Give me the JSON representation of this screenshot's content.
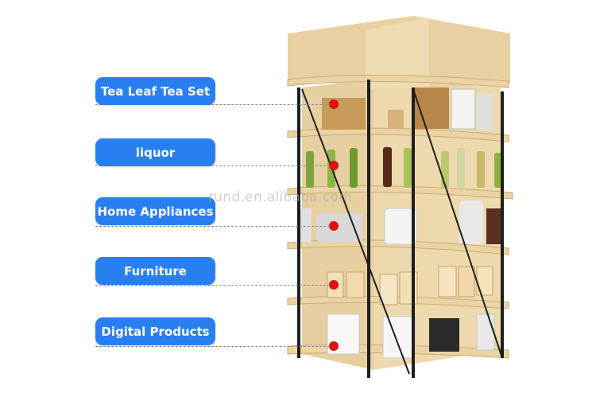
{
  "labels": [
    {
      "id": "tea",
      "text": "Tea Leaf Tea Set"
    },
    {
      "id": "liquor",
      "text": "liquor"
    },
    {
      "id": "appliances",
      "text": "Home Appliances"
    },
    {
      "id": "furniture",
      "text": "Furniture"
    },
    {
      "id": "digital",
      "text": "Digital Products"
    }
  ],
  "watermark": "rund.en.alibaba.com",
  "colors": {
    "label_bg": "#2a7ff0",
    "marker": "#e01010",
    "wood": "#e3c996",
    "frame": "#1e1e1e"
  },
  "icons": [
    "red-marker-icon"
  ]
}
